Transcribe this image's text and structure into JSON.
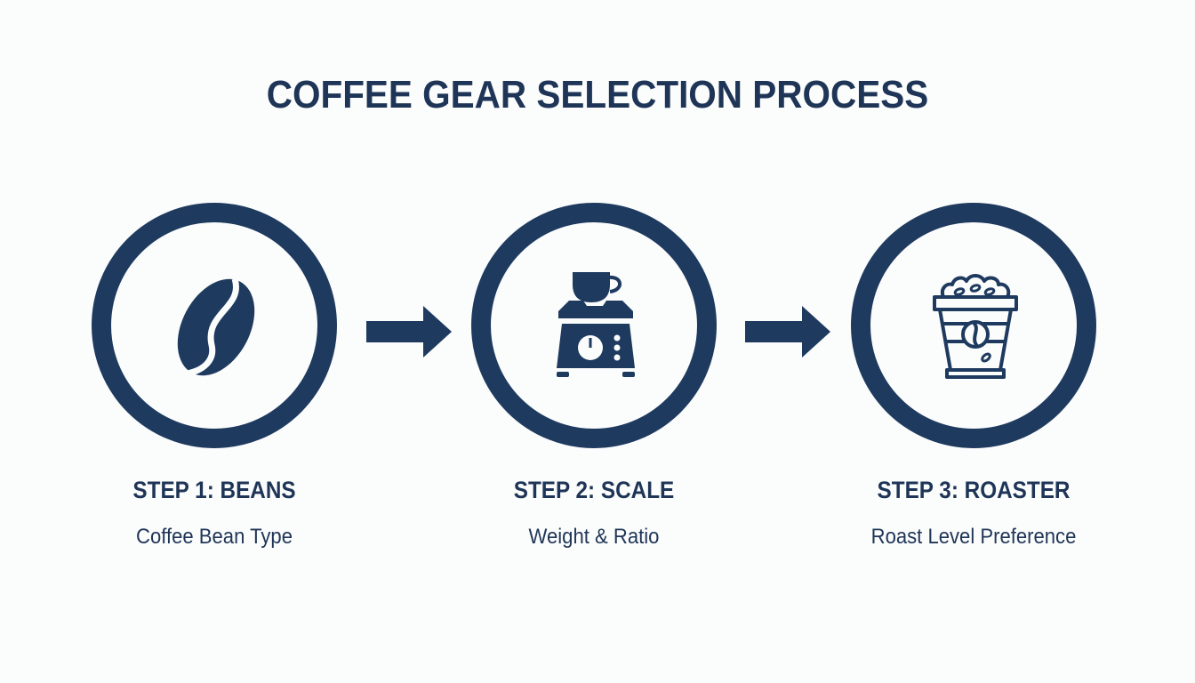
{
  "title": "COFFEE GEAR SELECTION PROCESS",
  "colors": {
    "primary": "#1e3a5f",
    "background": "#fbfcfc"
  },
  "steps": [
    {
      "label": "STEP 1: BEANS",
      "description": "Coffee Bean Type",
      "icon": "coffee-bean-icon"
    },
    {
      "label": "STEP 2: SCALE",
      "description": "Weight & Ratio",
      "icon": "coffee-scale-icon"
    },
    {
      "label": "STEP 3: ROASTER",
      "description": "Roast Level Preference",
      "icon": "roaster-cup-icon"
    }
  ],
  "connectors": [
    "arrow-right-icon",
    "arrow-right-icon"
  ]
}
